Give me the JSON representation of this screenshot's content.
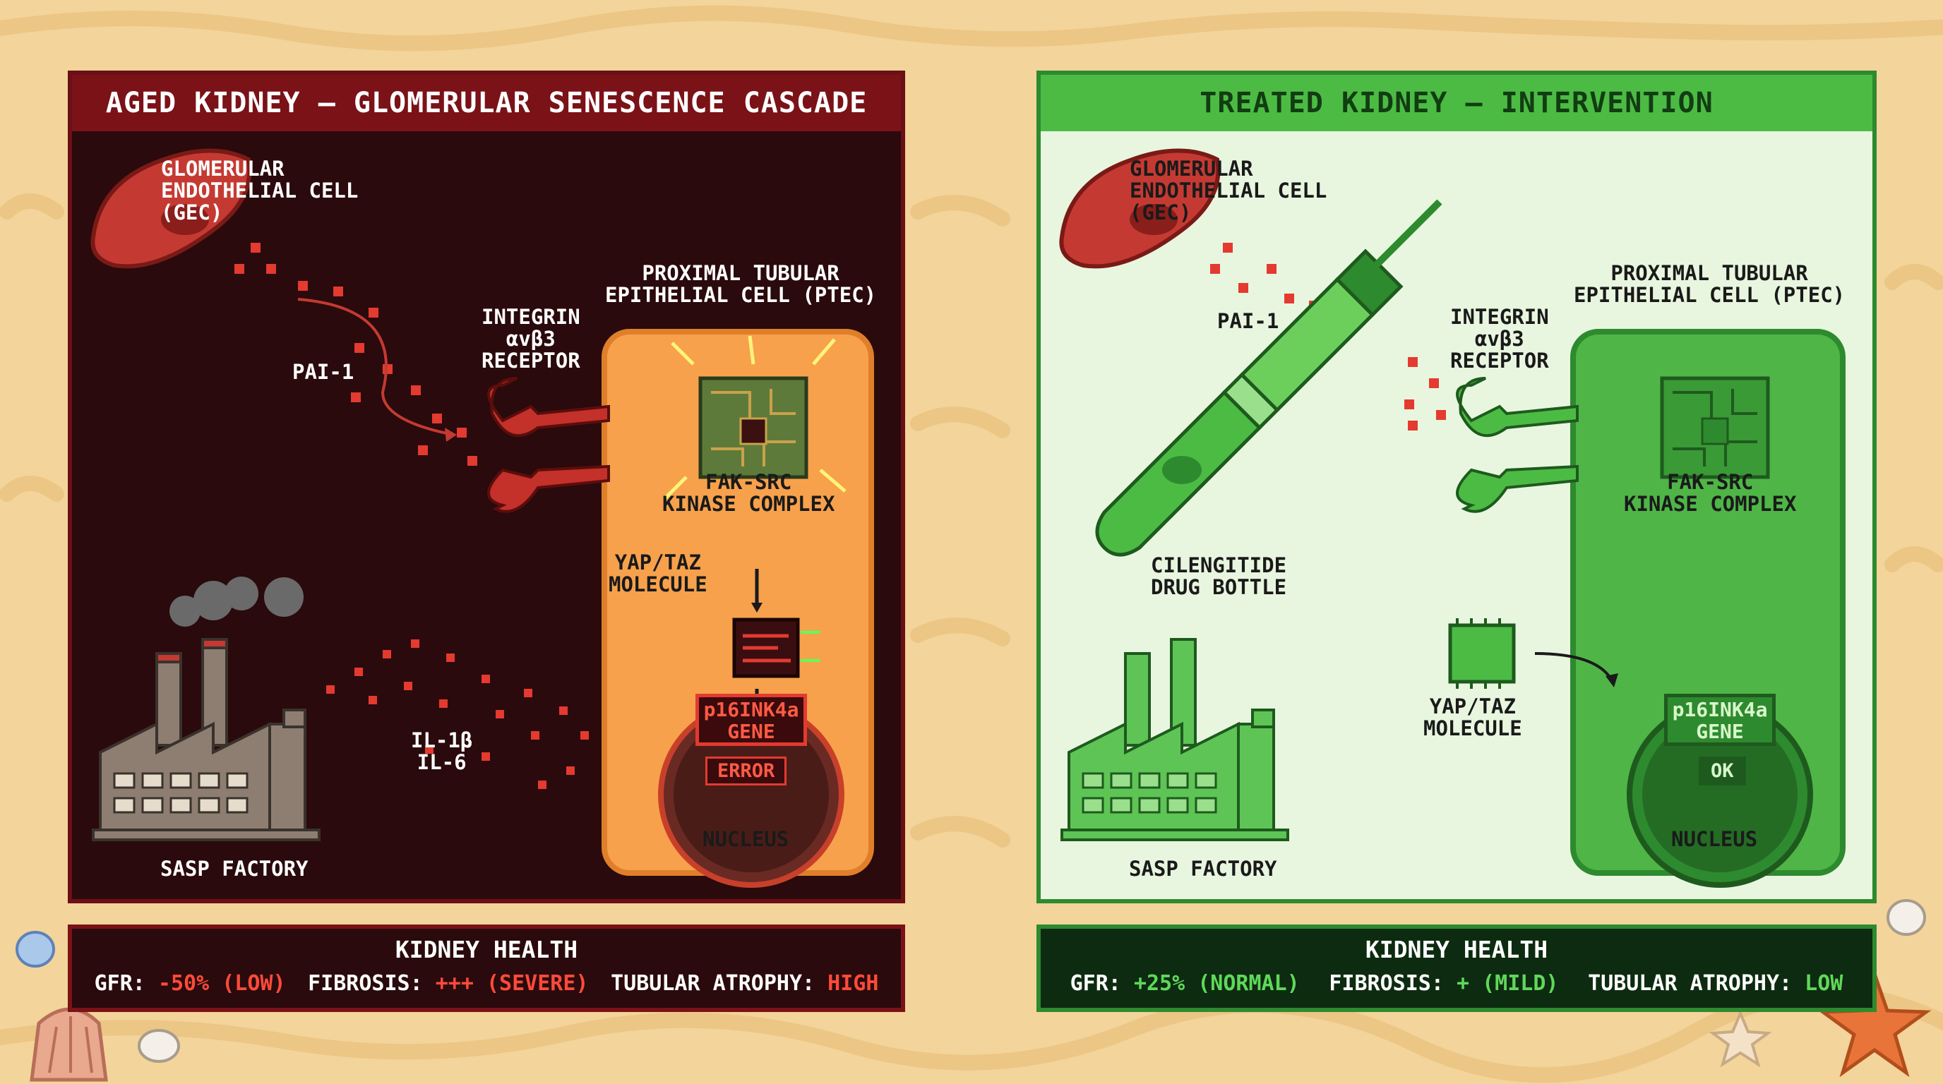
{
  "aged": {
    "title": "AGED KIDNEY – GLOMERULAR SENESCENCE CASCADE",
    "gec_label": "GLOMERULAR\nENDOTHELIAL CELL\n(GEC)",
    "pai1_label": "PAI-1",
    "integrin_label": "INTEGRIN\nαvβ3\nRECEPTOR",
    "ptec_label": "PROXIMAL TUBULAR\nEPITHELIAL CELL (PTEC)",
    "fak_label": "FAK-SRC\nKINASE COMPLEX",
    "yap_label": "YAP/TAZ\nMOLECULE",
    "gene_label": "p16INK4a\nGENE",
    "gene_status": "ERROR",
    "nucleus_label": "NUCLEUS",
    "cytokines_label": "IL-1β\nIL-6",
    "sasp_label": "SASP FACTORY",
    "footer": {
      "title": "KIDNEY HEALTH",
      "gfr_label": "GFR:",
      "gfr_value": "-50% (LOW)",
      "fibrosis_label": "FIBROSIS:",
      "fibrosis_value": "+++ (SEVERE)",
      "atrophy_label": "TUBULAR ATROPHY:",
      "atrophy_value": "HIGH"
    }
  },
  "treated": {
    "title": "TREATED KIDNEY – INTERVENTION",
    "gec_label": "GLOMERULAR\nENDOTHELIAL CELL\n(GEC)",
    "pai1_label": "PAI-1",
    "integrin_label": "INTEGRIN\nαvβ3\nRECEPTOR",
    "ptec_label": "PROXIMAL TUBULAR\nEPITHELIAL CELL (PTEC)",
    "fak_label": "FAK-SRC\nKINASE COMPLEX",
    "yap_label": "YAP/TAZ\nMOLECULE",
    "gene_label": "p16INK4a\nGENE",
    "gene_status": "OK",
    "nucleus_label": "NUCLEUS",
    "drug_label": "CILENGITIDE\nDRUG BOTTLE",
    "sasp_label": "SASP FACTORY",
    "footer": {
      "title": "KIDNEY HEALTH",
      "gfr_label": "GFR:",
      "gfr_value": "+25% (NORMAL)",
      "fibrosis_label": "FIBROSIS:",
      "fibrosis_value": "+ (MILD)",
      "atrophy_label": "TUBULAR ATROPHY:",
      "atrophy_value": "LOW"
    }
  },
  "colors": {
    "sand": "#f3d49a",
    "aged_bg": "#2a0a0c",
    "aged_accent": "#7a1218",
    "ptec_orange": "#f7a14c",
    "treated_bg": "#e8f6df",
    "treated_accent": "#4cbb44",
    "cell_red": "#c43a32",
    "severe_red": "#ff4a3a",
    "normal_green": "#5fd85a"
  }
}
